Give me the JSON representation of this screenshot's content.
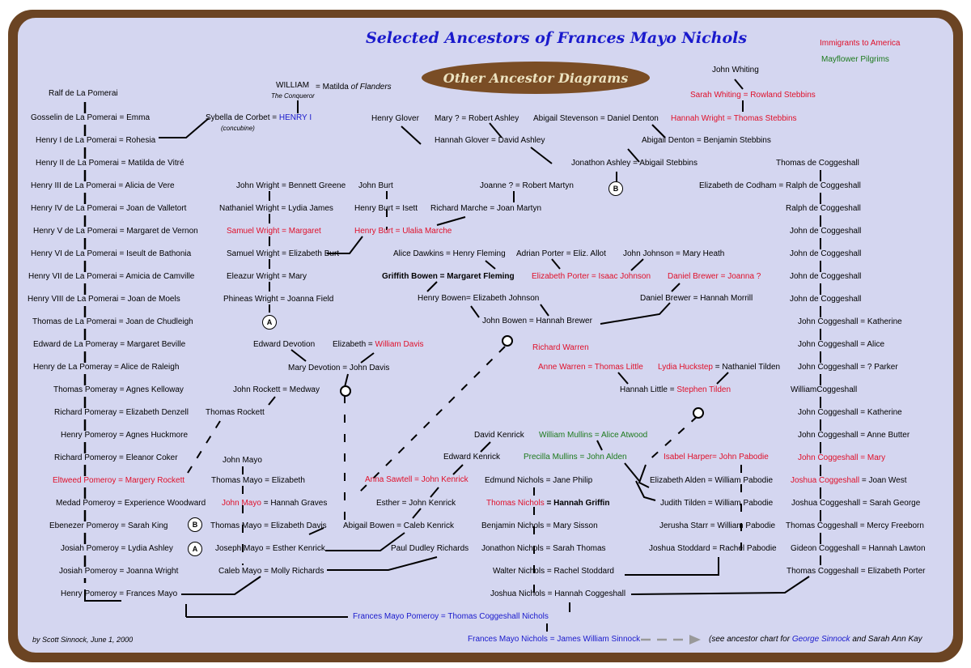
{
  "title": "Selected Ancestors of Frances Mayo Nichols",
  "other_button": "Other Ancestor Diagrams",
  "legend": {
    "immigrants": "Immigrants to America",
    "mayflower": "Mayflower Pilgrims"
  },
  "author": "by Scott Sinnock, June 1, 2000",
  "footnote": {
    "prefix": "(see ancestor chart for ",
    "george": "George Sinnock",
    "suffix": " and Sarah Ann Kay"
  },
  "colors": {
    "frame": "#6b4423",
    "panel": "#d4d6f0",
    "immigrant": "#e0102a",
    "mayflower": "#1d7a1d",
    "title": "#1a1acc"
  },
  "pomeroy": [
    "Ralf de La Pomerai",
    "Gosselin de La Pomerai = Emma",
    "Henry I de La Pomerai = Rohesia",
    "Henry II de La Pomerai = Matilda de Vitré",
    "Henry III de La Pomerai = Alicia de Vere",
    "Henry IV de La Pomerai = Joan de Valletort",
    "Henry V de La Pomerai = Margaret de Vernon",
    "Henry VI de La Pomerai = Iseult de Bathonia",
    "Henry VII de La Pomerai = Amicia de Camville",
    "Henry VIII de La Pomerai = Joan de Moels",
    "Thomas de La Pomerai = Joan de Chudleigh",
    "Edward de La Pomeray = Margaret Beville",
    "Henry de La Pomeray = Alice de Raleigh",
    "Thomas Pomeray = Agnes Kelloway",
    "Richard Pomeray = Elizabeth Denzell",
    "Henry Pomeroy = Agnes Huckmore",
    "Richard Pomeroy = Eleanor Coker",
    "Eltweed Pomeroy = Margery Rockett",
    "Medad Pomeroy = Experience Woodward",
    "Ebenezer Pomeroy = Sarah King",
    "Josiah Pomeroy = Lydia Ashley",
    "Josiah Pomeroy = Joanna Wright",
    "Henry Pomeroy = Frances Mayo"
  ],
  "royal": {
    "william": "WILLIAM",
    "conqueror": "The Conqueror",
    "matilda_eq": "= Matilda",
    "matilda_of": "of Flanders",
    "sybella": "Sybella de Corbet = ",
    "henry_i": "HENRY I",
    "concubine": "(concubine)"
  },
  "wright": [
    "John Wright = Bennett Greene",
    "Nathaniel Wright = Lydia James",
    "Samuel Wright = Margaret",
    "Samuel Wright = Elizabeth Burt",
    "Eleazur Wright = Mary",
    "Phineas Wright = Joanna Field"
  ],
  "burt": [
    "John Burt",
    "Henry Burt = Isett",
    "Henry Burt = Ulalia Marche"
  ],
  "marche": [
    "Joanne ? = Robert Martyn",
    "Richard Marche = Joan Martyn"
  ],
  "glover": [
    "Henry Glover",
    "Mary ? = Robert Ashley",
    "Hannah Glover = David Ashley"
  ],
  "ashley": [
    "Abigail Stevenson = Daniel Denton",
    "Abigail Denton = Benjamin Stebbins",
    "Jonathon Ashley = Abigail Stebbins"
  ],
  "stebbins": [
    "John Whiting",
    "Sarah Whiting = Rowland Stebbins",
    "Hannah Wright = Thomas Stebbins"
  ],
  "bowen": {
    "dawkins": "Alice Dawkins = Henry Fleming",
    "griffith": "Griffith Bowen = Margaret Fleming",
    "henry": "Henry Bowen= Elizabeth Johnson",
    "john": "John Bowen = Hannah Brewer"
  },
  "porter": [
    "Adrian Porter = Eliz. Allot",
    "Elizabeth Porter = Isaac Johnson"
  ],
  "johnson": "John Johnson = Mary Heath",
  "brewer": [
    "Daniel Brewer = Joanna ?",
    "Daniel Brewer = Hannah Morrill"
  ],
  "devotion": [
    "Edward Devotion",
    "Elizabeth = ",
    "William Davis",
    "Mary Devotion = John Davis"
  ],
  "rockett": [
    "John Rockett = Medway",
    "Thomas Rockett"
  ],
  "little": [
    "Richard Warren",
    "Anne Warren = Thomas Little",
    "Lydia Huckstep",
    " = Nathaniel Tilden",
    "Hannah Little = ",
    "Stephen Tilden"
  ],
  "mayo": [
    "John Mayo",
    "Thomas Mayo = Elizabeth",
    "John Mayo",
    " = Hannah Graves",
    "Thomas Mayo = Elizabeth Davis",
    "Joseph Mayo = Esther Kenrick",
    "Caleb Mayo = Molly Richards"
  ],
  "kenrick": [
    "David Kenrick",
    "Edward Kenrick",
    "Anna Sawtell = John Kenrick",
    "Esther = John Kenrick",
    "Abigail Bowen = Caleb Kenrick",
    "Paul Dudley Richards"
  ],
  "mullins": [
    "William Mullins = Alice Atwood",
    "Precilla Mullins = John Alden"
  ],
  "pabodie": [
    "Isabel Harper= John Pabodie",
    "Elizabeth Alden = William Pabodie",
    "Judith Tilden = William Pabodie",
    "Jerusha Starr = William Pabodie",
    "Joshua Stoddard = Rachel Pabodie"
  ],
  "nichols": [
    "Edmund Nichols = Jane Philip",
    "Thomas Nichols",
    " = Hannah Griffin",
    "Benjamin Nichols = Mary Sisson",
    "Jonathon Nichols = Sarah Thomas",
    "Walter Nichols = Rachel Stoddard",
    "Joshua Nichols = Hannah Coggeshall"
  ],
  "coggeshall": [
    "Thomas de Coggeshall",
    "Elizabeth de Codham = Ralph de Coggeshall",
    "Ralph de Coggeshall",
    "John de Coggeshall",
    "John de Coggeshall",
    "John de Coggeshall",
    "John de Coggeshall",
    "John Coggeshall = Katherine",
    "John Coggeshall = Alice",
    "John Coggeshall = ? Parker",
    "WilliamCoggeshall",
    "John Coggeshall = Katherine",
    "John Coggeshall = Anne Butter",
    "John Coggeshall = Mary",
    "Joshua Coggeshall = Joan West",
    "Joshua Coggeshall = Sarah George",
    "Thomas Coggeshall = Mercy Freeborn",
    "Gideon Coggeshall = Hannah Lawton",
    "Thomas Coggeshall = Elizabeth Porter"
  ],
  "final": {
    "pomeroy_coggeshall": "Frances Mayo Pomeroy = Thomas Coggeshall Nichols",
    "sinnock": "Frances Mayo Nichols = James William Sinnock"
  },
  "markers": {
    "a": "A",
    "b": "B"
  }
}
